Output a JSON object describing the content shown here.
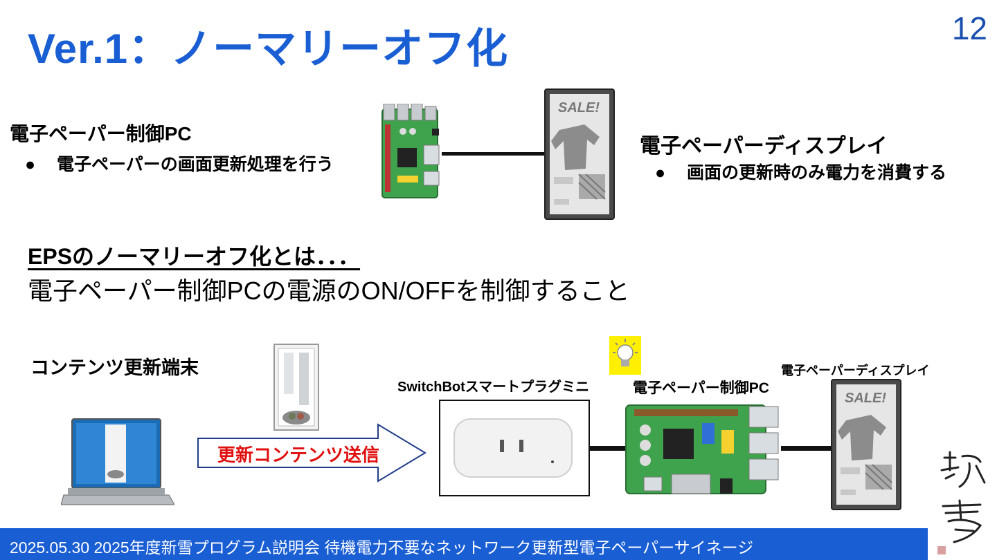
{
  "title": "Ver.1：ノーマリーオフ化",
  "slide_number": "12",
  "top_section": {
    "pc_label": "電子ペーパー制御PC",
    "pc_bullet": "電子ペーパーの画面更新処理を行う",
    "display_label": "電子ペーパーディスプレイ",
    "display_bullet": "画面の更新時のみ電力を消費する",
    "sale_text": "SALE!"
  },
  "eps_section": {
    "heading": "EPSのノーマリーオフ化とは．．．",
    "description": "電子ペーパー制御PCの電源のON/OFFを制御すること"
  },
  "bottom_section": {
    "terminal_label": "コンテンツ更新端末",
    "arrow_label": "更新コンテンツ送信",
    "plug_label": "SwitchBotスマートプラグミニ",
    "pc_label": "電子ペーパー制御PC",
    "display_label": "電子ペーパーディスプレイ",
    "sale_text": "SALE!"
  },
  "footer": {
    "text": "2025.05.30 2025年度新雪プログラム説明会 待機電力不要なネットワーク更新型電子ペーパーサイネージ"
  },
  "colors": {
    "title_blue": "#1a5ed4",
    "footer_blue": "#1a5ed4",
    "arrow_text_red": "#e01010",
    "pcb_green": "#3fa34d"
  },
  "icons": [
    "raspberry-pi-board-icon",
    "e-paper-display-icon",
    "laptop-icon",
    "poster-icon",
    "smart-plug-icon",
    "light-bulb-icon",
    "right-arrow-icon",
    "calligraphy-logo-icon"
  ]
}
